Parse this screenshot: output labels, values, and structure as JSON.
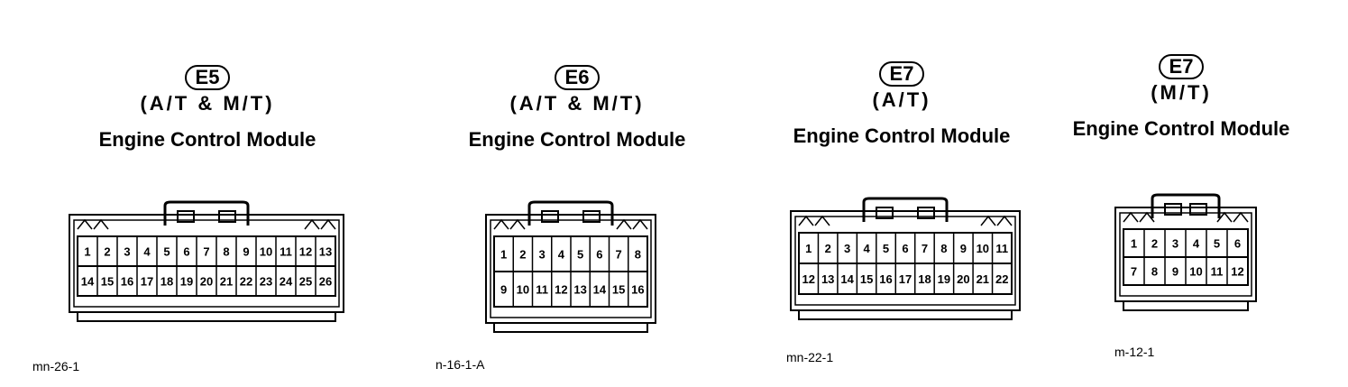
{
  "connectors": [
    {
      "code": "E5",
      "variant": "(A/T & M/T)",
      "title": "Engine Control Module",
      "figure_id": "mn-26-1",
      "pins_row1": [
        "1",
        "2",
        "3",
        "4",
        "5",
        "6",
        "7",
        "8",
        "9",
        "10",
        "11",
        "12",
        "13"
      ],
      "pins_row2": [
        "14",
        "15",
        "16",
        "17",
        "18",
        "19",
        "20",
        "21",
        "22",
        "23",
        "24",
        "25",
        "26"
      ]
    },
    {
      "code": "E6",
      "variant": "(A/T & M/T)",
      "title": "Engine Control Module",
      "figure_id": "n-16-1-A",
      "pins_row1": [
        "1",
        "2",
        "3",
        "4",
        "5",
        "6",
        "7",
        "8"
      ],
      "pins_row2": [
        "9",
        "10",
        "11",
        "12",
        "13",
        "14",
        "15",
        "16"
      ]
    },
    {
      "code": "E7",
      "variant": "(A/T)",
      "title": "Engine Control Module",
      "figure_id": "mn-22-1",
      "pins_row1": [
        "1",
        "2",
        "3",
        "4",
        "5",
        "6",
        "7",
        "8",
        "9",
        "10",
        "11"
      ],
      "pins_row2": [
        "12",
        "13",
        "14",
        "15",
        "16",
        "17",
        "18",
        "19",
        "20",
        "21",
        "22"
      ]
    },
    {
      "code": "E7",
      "variant": "(M/T)",
      "title": "Engine Control Module",
      "figure_id": "m-12-1",
      "pins_row1": [
        "1",
        "2",
        "3",
        "4",
        "5",
        "6"
      ],
      "pins_row2": [
        "7",
        "8",
        "9",
        "10",
        "11",
        "12"
      ]
    }
  ]
}
